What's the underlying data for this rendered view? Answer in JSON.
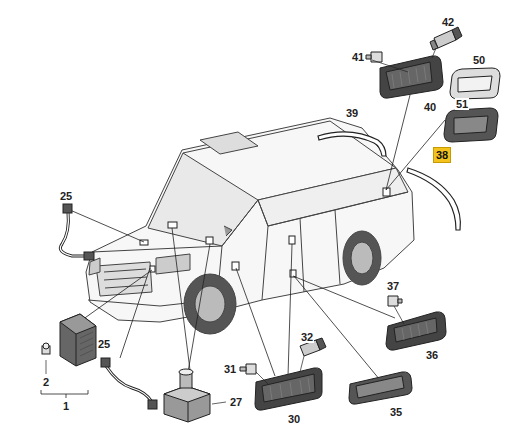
{
  "diagram": {
    "labels": [
      "42",
      "41",
      "40",
      "50",
      "39",
      "51",
      "38",
      "25",
      "37",
      "36",
      "32",
      "31",
      "30",
      "35",
      "2",
      "1",
      "25",
      "27"
    ]
  }
}
